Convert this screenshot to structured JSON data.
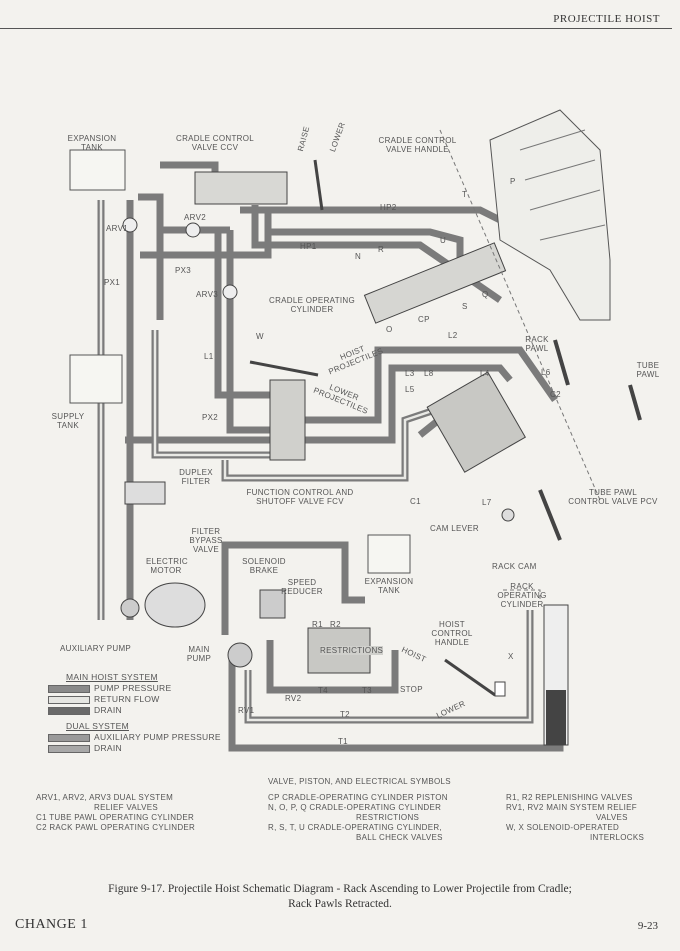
{
  "header": {
    "title": "PROJECTILE HOIST"
  },
  "labels": {
    "expansion_tank_top": "EXPANSION TANK",
    "ccv": "CRADLE CONTROL VALVE CCV",
    "raise": "RAISE",
    "lower": "LOWER",
    "ccv_handle": "CRADLE CONTROL VALVE HANDLE",
    "arv1": "ARV1",
    "arv2": "ARV2",
    "arv3": "ARV3",
    "px1": "PX1",
    "px2": "PX2",
    "px3": "PX3",
    "hp1": "HP1",
    "hp2": "HP2",
    "t": "T",
    "p": "P",
    "u": "U",
    "n": "N",
    "r": "R",
    "s": "S",
    "cp": "CP",
    "o": "O",
    "q": "Q",
    "cradle_cyl": "CRADLE OPERATING CYLINDER",
    "l1": "L1",
    "l2": "L2",
    "l3": "L3",
    "l4": "L4",
    "l5": "L5",
    "l6": "L6",
    "l7": "L7",
    "l8": "L8",
    "w": "W",
    "hoist_projectiles": "HOIST PROJECTILES",
    "lower_projectiles": "LOWER PROJECTILES",
    "rack_pawl": "RACK PAWL",
    "tube_pawl": "TUBE PAWL",
    "c1": "C1",
    "c2": "C2",
    "supply_tank": "SUPPLY TANK",
    "duplex_filter": "DUPLEX FILTER",
    "fcv": "FUNCTION CONTROL AND SHUTOFF VALVE FCV",
    "pcv": "TUBE PAWL CONTROL VALVE PCV",
    "cam_lever": "CAM LEVER",
    "filter_bypass": "FILTER BYPASS VALVE",
    "electric_motor": "ELECTRIC MOTOR",
    "solenoid_brake": "SOLENOID BRAKE",
    "rack_cam": "RACK CAM",
    "speed_reducer": "SPEED REDUCER",
    "expansion_tank_bottom": "EXPANSION TANK",
    "rack_op_cyl": "RACK OPERATING CYLINDER",
    "hoist_control_handle": "HOIST CONTROL HANDLE",
    "r1": "R1",
    "r2": "R2",
    "auxiliary_pump": "AUXILIARY PUMP",
    "main_pump": "MAIN PUMP",
    "hoist": "HOIST",
    "x": "X",
    "restrictions": "RESTRICTIONS",
    "t1": "T1",
    "t2": "T2",
    "t3": "T3",
    "t4": "T4",
    "stop": "STOP",
    "rv1": "RV1",
    "rv2": "RV2",
    "lower_handle": "LOWER"
  },
  "legend": {
    "main_title": "MAIN HOIST SYSTEM",
    "main_items": [
      "PUMP PRESSURE",
      "RETURN FLOW",
      "DRAIN"
    ],
    "dual_title": "DUAL SYSTEM",
    "dual_items": [
      "AUXILIARY PUMP PRESSURE",
      "DRAIN"
    ],
    "colors": {
      "pressure": "#8a8a8a",
      "return": "#e6e6e2",
      "drain": "#6a6a6a",
      "aux": "#9a9a9a",
      "dual_drain": "#a8a8a8"
    }
  },
  "symbols": {
    "title": "VALVE, PISTON, AND ELECTRICAL SYMBOLS",
    "col1": [
      "ARV1, ARV2, ARV3  DUAL SYSTEM",
      "RELIEF VALVES",
      "C1    TUBE PAWL OPERATING CYLINDER",
      "C2    RACK PAWL OPERATING CYLINDER"
    ],
    "col2": [
      "CP    CRADLE-OPERATING CYLINDER PISTON",
      "N, O, P, Q  CRADLE-OPERATING CYLINDER",
      "RESTRICTIONS",
      "R, S, T, U  CRADLE-OPERATING CYLINDER,",
      "BALL CHECK VALVES"
    ],
    "col3": [
      "R1, R2    REPLENISHING VALVES",
      "RV1, RV2 MAIN SYSTEM RELIEF",
      "VALVES",
      "W, X       SOLENOID-OPERATED",
      "INTERLOCKS"
    ]
  },
  "caption": {
    "line1": "Figure 9-17.  Projectile Hoist Schematic Diagram - Rack Ascending to Lower Projectile from Cradle;",
    "line2": "Rack Pawls Retracted."
  },
  "footer": {
    "change": "CHANGE 1",
    "page": "9-23"
  }
}
